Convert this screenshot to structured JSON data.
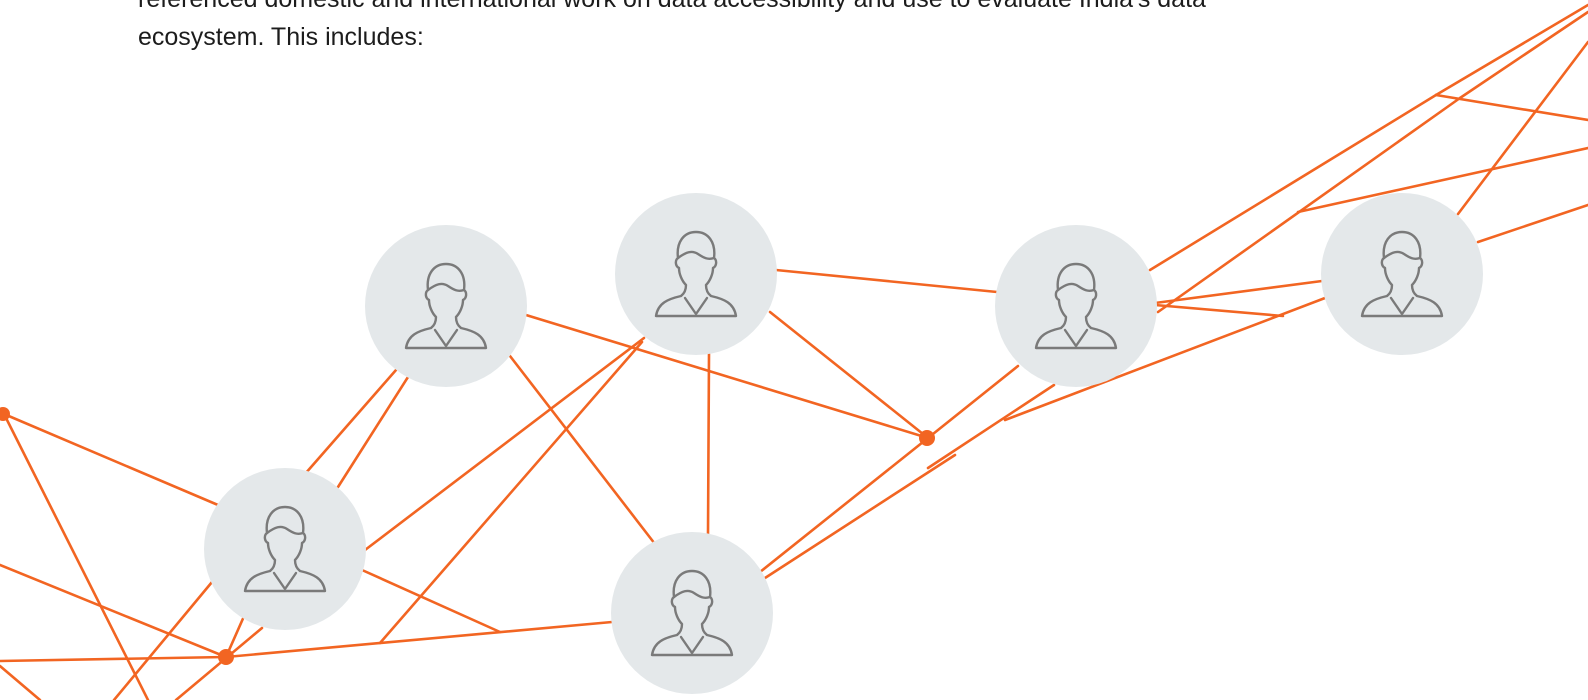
{
  "document": {
    "intro_line1": "referenced domestic and international work on data accessibility and use to evaluate India's data",
    "intro_line2": "ecosystem. This includes:"
  },
  "illustration": {
    "accent_color": "#f26522",
    "avatar_background_color": "#e4e8ea",
    "icon_color": "#7a7a7a",
    "node_icon": "person-icon",
    "avatar_count": 6
  }
}
